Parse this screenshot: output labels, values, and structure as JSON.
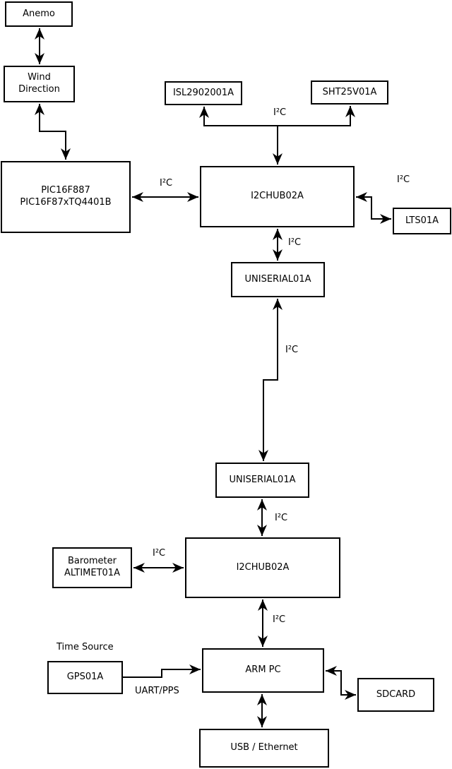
{
  "nodes": {
    "anemo": {
      "label": "Anemo"
    },
    "wind_direction": {
      "line1": "Wind",
      "line2": "Direction"
    },
    "pic": {
      "line1": "PIC16F887",
      "line2": "PIC16F87xTQ4401B"
    },
    "isl": {
      "label": "ISL2902001A"
    },
    "sht": {
      "label": "SHT25V01A"
    },
    "i2chub_top": {
      "label": "I2CHUB02A"
    },
    "lts": {
      "label": "LTS01A"
    },
    "uniserial_top": {
      "label": "UNISERIAL01A"
    },
    "uniserial_bottom": {
      "label": "UNISERIAL01A"
    },
    "i2chub_bottom": {
      "label": "I2CHUB02A"
    },
    "barometer": {
      "line1": "Barometer",
      "line2": "ALTIMET01A"
    },
    "gps": {
      "label": "GPS01A"
    },
    "arm_pc": {
      "label": "ARM PC"
    },
    "sdcard": {
      "label": "SDCARD"
    },
    "usb_ethernet": {
      "label": "USB / Ethernet"
    }
  },
  "edge_labels": {
    "i2c_sensors": "I²C",
    "i2c_pic": "I²C",
    "i2c_lts": "I²C",
    "i2c_hub_uni": "I²C",
    "i2c_long_link": "I²C",
    "i2c_uni_hub2": "I²C",
    "i2c_barometer": "I²C",
    "i2c_hub2_arm": "I²C",
    "time_source": "Time Source",
    "uart_pps": "UART/PPS"
  },
  "colors": {
    "line": "#000000",
    "box_fill": "#ffffff",
    "background": "#ffffff",
    "text": "#000000"
  }
}
